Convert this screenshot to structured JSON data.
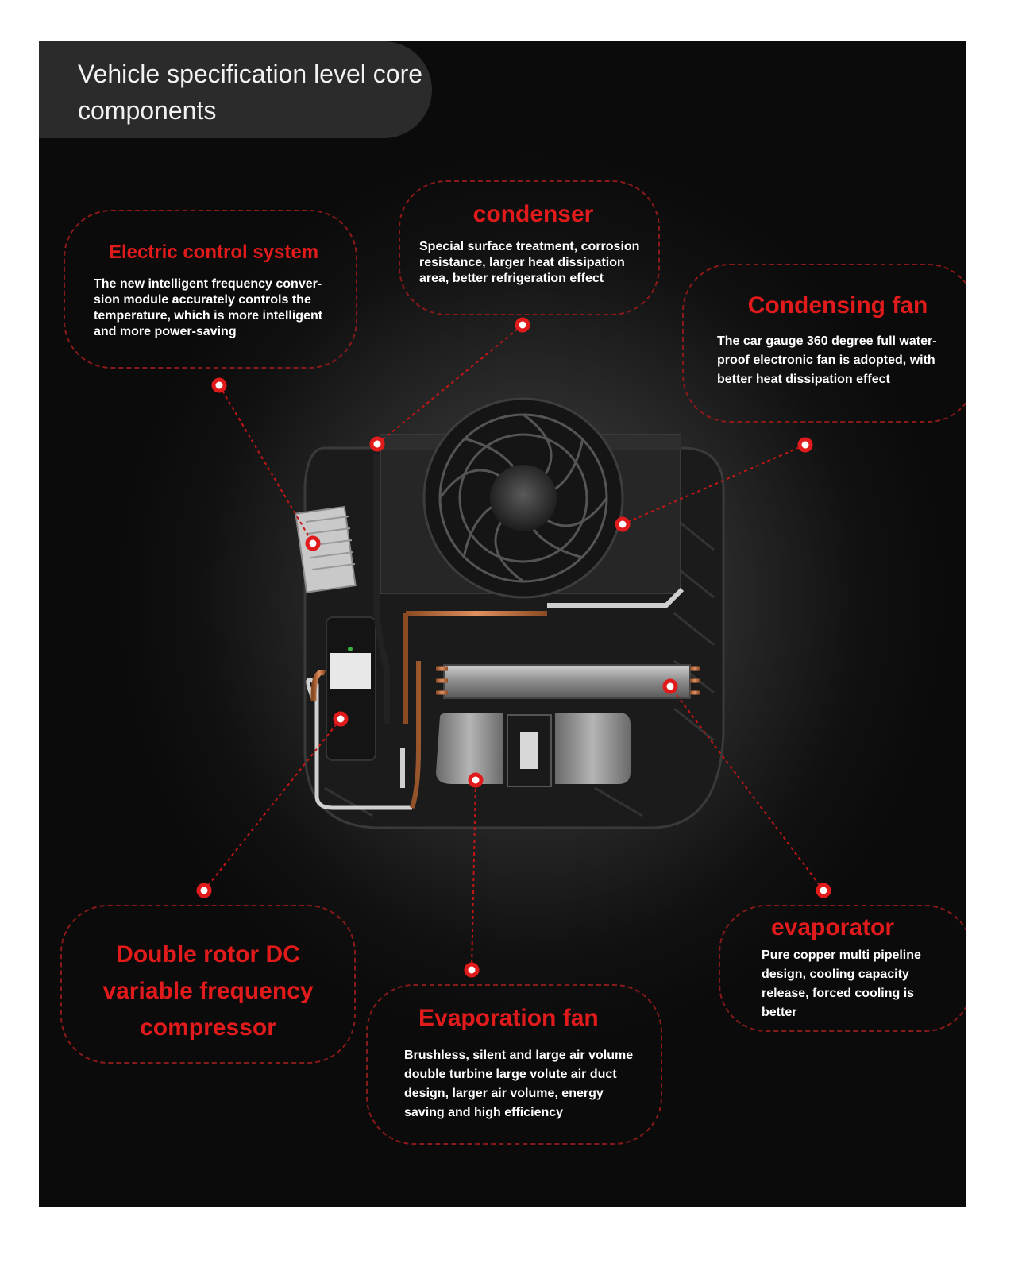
{
  "header": {
    "title": "Vehicle specification level core components"
  },
  "callouts": {
    "electric_control": {
      "title": "Electric control system",
      "text": "The new intelligent frequency conver- sion module accurately controls the temperature, which is more intelligent and more power-saving"
    },
    "condenser": {
      "title": "condenser",
      "text": "Special surface treatment, corrosion resistance, larger heat dissipation area, better refrigeration effect"
    },
    "condensing_fan": {
      "title": "Condensing fan",
      "text": "The car gauge 360 degree full water- proof electronic fan is adopted, with better heat dissipation effect"
    },
    "compressor": {
      "title": "Double rotor DC variable frequency compressor"
    },
    "evaporation_fan": {
      "title": "Evaporation fan",
      "text": "Brushless, silent and large air volume double turbine large volute air duct design, larger air volume, energy saving and high efficiency"
    },
    "evaporator": {
      "title": "evaporator",
      "text": "Pure copper multi pipeline design, cooling capacity release, forced cooling is better"
    }
  },
  "colors": {
    "accent_red": "#e11b1b",
    "dashed_border": "#8a1a1a",
    "background": "#111111",
    "header_panel": "#2b2b2b"
  }
}
